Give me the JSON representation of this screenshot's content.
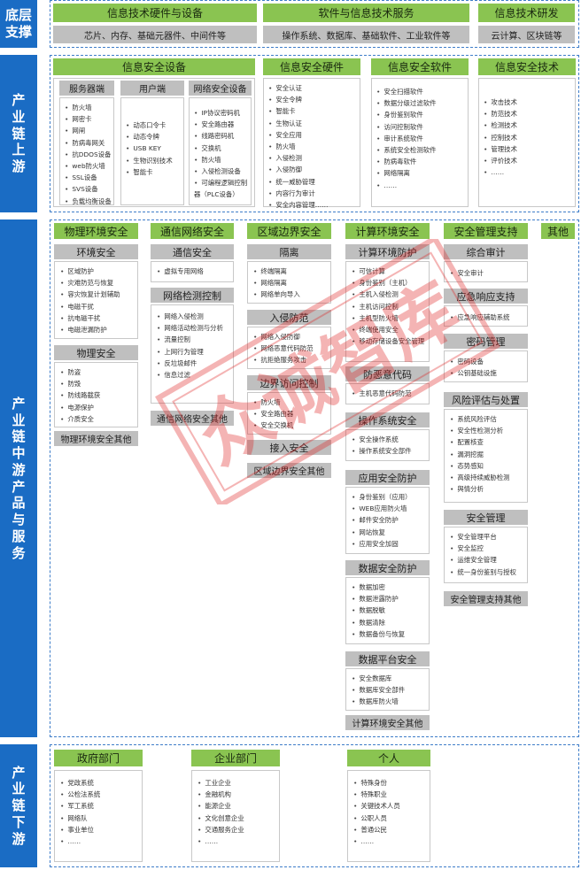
{
  "foundation": {
    "label": "底层\n支撑",
    "columns": [
      {
        "title": "信息技术硬件与设备",
        "sub": "芯片、内存、基础元器件、中间件等"
      },
      {
        "title": "软件与信息技术服务",
        "sub": "操作系统、数据库、基础软件、工业软件等"
      },
      {
        "title": "信息技术研发",
        "sub": "云计算、区块链等"
      }
    ]
  },
  "upstream": {
    "label": "产\n业\n链\n上\n游",
    "equipment": {
      "title": "信息安全设备",
      "server": {
        "title": "服务器端",
        "items": [
          "防火墙",
          "网密卡",
          "网闸",
          "防病毒网关",
          "抗DDOS设备",
          "web防火墙",
          "SSL设备",
          "SVS设备",
          "负载均衡设备"
        ]
      },
      "client": {
        "title": "用户端",
        "items": [
          "动态口令卡",
          "动态令牌",
          "USB KEY",
          "生物识别技术",
          "智能卡"
        ]
      },
      "network": {
        "title": "网络安全设备",
        "items": [
          "IP协议密码机",
          "安全路由器",
          "线路密码机",
          "交换机",
          "防火墙",
          "入侵检测设备",
          "可编程逻辑控制器（PLC设备）"
        ]
      }
    },
    "hardware": {
      "title": "信息安全硬件",
      "items": [
        "安全认证",
        "安全令牌",
        "智能卡",
        "生物认证",
        "安全应用",
        "防火墙",
        "入侵检测",
        "入侵防御",
        "统一威胁管理",
        "内容行为审计",
        "安全内容管理……"
      ]
    },
    "software": {
      "title": "信息安全软件",
      "items": [
        "安全扫描软件",
        "数据分级过滤软件",
        "身份鉴别软件",
        "访问控制软件",
        "审计系统软件",
        "系统安全检测软件",
        "防病毒软件",
        "网络隔离",
        "……"
      ]
    },
    "tech": {
      "title": "信息安全技术",
      "items": [
        "攻击技术",
        "防范技术",
        "检测技术",
        "控制技术",
        "管理技术",
        "评价技术",
        "……"
      ]
    }
  },
  "midstream": {
    "label": "产\n业\n链\n中\n游\n产\n品\n与\n服\n务",
    "physical": {
      "title": "物理环境安全",
      "groups": [
        {
          "title": "环境安全",
          "items": [
            "区域防护",
            "灾难防范与恢复",
            "容灾恢复计划辅助",
            "电磁干扰",
            "抗电磁干扰",
            "电磁泄漏防护"
          ]
        },
        {
          "title": "物理安全",
          "items": [
            "防盗",
            "防毁",
            "防线路截获",
            "电源保护",
            "介质安全"
          ]
        }
      ],
      "other": "物理环境安全其他"
    },
    "network": {
      "title": "通信网络安全",
      "groups": [
        {
          "title": "通信安全",
          "items": [
            "虚拟专用网络"
          ]
        },
        {
          "title": "网络检测控制",
          "items": [
            "网络入侵检测",
            "网络活动检测与分析",
            "流量控制",
            "上网行为管理",
            "反垃圾邮件",
            "信息过滤"
          ]
        }
      ],
      "other": "通信网络安全其他"
    },
    "boundary": {
      "title": "区域边界安全",
      "groups": [
        {
          "title": "隔离",
          "items": [
            "终端隔离",
            "网络隔离",
            "网络单向导入"
          ]
        },
        {
          "title": "入侵防范",
          "items": [
            "网络入侵防御",
            "网络恶意代码防范",
            "抗拒绝服务攻击"
          ]
        },
        {
          "title": "边界访问控制",
          "items": [
            "防火墙",
            "安全路由器",
            "安全交换机"
          ]
        },
        {
          "title": "接入安全",
          "items": []
        }
      ],
      "other": "区域边界安全其他"
    },
    "compute": {
      "title": "计算环境安全",
      "groups": [
        {
          "title": "计算环境防护",
          "items": [
            "可信计算",
            "身份鉴别（主机）",
            "主机入侵检测",
            "主机访问控制",
            "主机型防火墙",
            "终端使用安全",
            "移动存储设备安全管理"
          ]
        },
        {
          "title": "防恶意代码",
          "items": [
            "主机恶意代码防范"
          ]
        },
        {
          "title": "操作系统安全",
          "items": [
            "安全操作系统",
            "操作系统安全部件"
          ]
        },
        {
          "title": "应用安全防护",
          "items": [
            "身份鉴别（应用）",
            "WEB应用防火墙",
            "邮件安全防护",
            "网站恢复",
            "应用安全加固"
          ]
        },
        {
          "title": "数据安全防护",
          "items": [
            "数据加密",
            "数据泄露防护",
            "数据脱敏",
            "数据清除",
            "数据备份与恢复"
          ]
        },
        {
          "title": "数据平台安全",
          "items": [
            "安全数据库",
            "数据库安全部件",
            "数据库防火墙"
          ]
        }
      ],
      "other": "计算环境安全其他"
    },
    "management": {
      "title": "安全管理支持",
      "groups": [
        {
          "title": "综合审计",
          "items": [
            "安全审计"
          ]
        },
        {
          "title": "应急响应支持",
          "items": [
            "应急响应辅助系统"
          ]
        },
        {
          "title": "密码管理",
          "items": [
            "密码设备",
            "公钥基础设施"
          ]
        },
        {
          "title": "风险评估与处置",
          "items": [
            "系统风险评估",
            "安全性检测分析",
            "配置核查",
            "漏洞挖掘",
            "态势感知",
            "高级持续威胁检测",
            "舆情分析"
          ]
        },
        {
          "title": "安全管理",
          "items": [
            "安全管理平台",
            "安全监控",
            "运维安全管理",
            "统一身份鉴别与授权"
          ]
        }
      ],
      "other": "安全管理支持其他"
    },
    "misc": "其他"
  },
  "downstream": {
    "label": "产\n业\n链\n下\n游",
    "government": {
      "title": "政府部门",
      "items": [
        "党政系统",
        "公检法系统",
        "军工系统",
        "网络队",
        "事业单位",
        "……"
      ]
    },
    "enterprise": {
      "title": "企业部门",
      "items": [
        "工业企业",
        "金融机构",
        "能源企业",
        "文化创意企业",
        "交通服务企业",
        "……"
      ]
    },
    "individual": {
      "title": "个人",
      "items": [
        "特殊身份",
        "特殊职业",
        "关键技术人员",
        "公职人员",
        "普通公民",
        "……"
      ]
    }
  },
  "watermark": "众诚智库",
  "colors": {
    "side": "#1a6cc4",
    "header": "#8ac451",
    "sub": "#bfbfbf",
    "border": "#3e7dc9",
    "watermark": "#e02020"
  }
}
